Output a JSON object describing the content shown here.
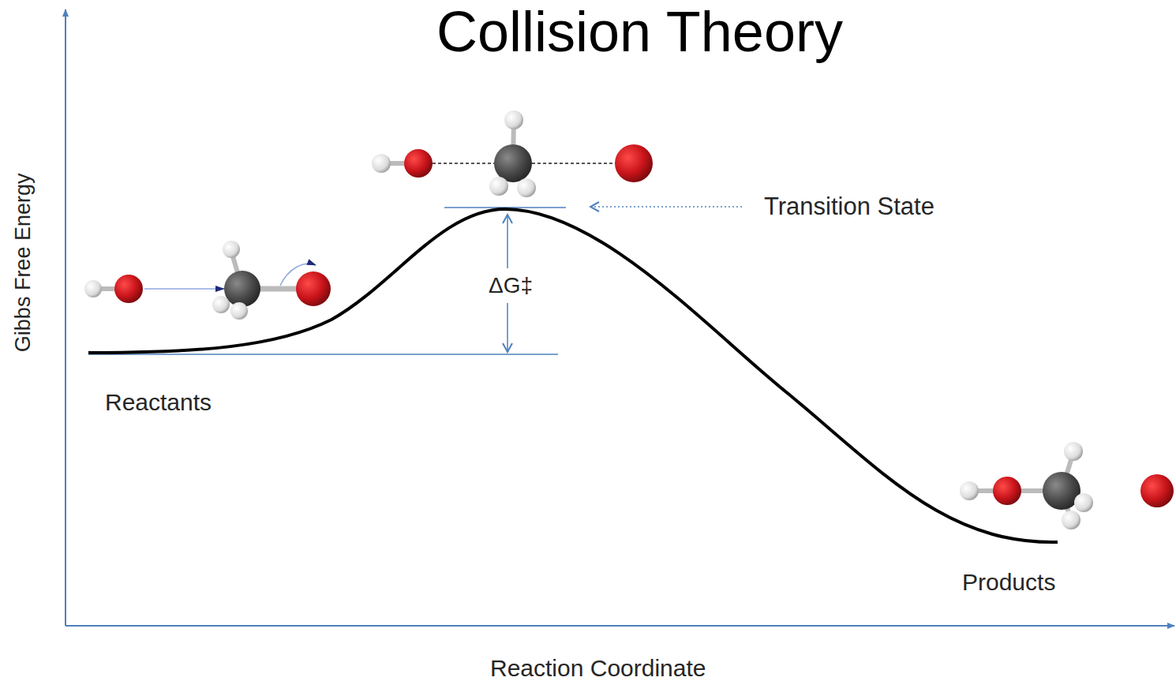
{
  "diagram": {
    "title": "Collision Theory",
    "labels": [
      "Gibbs Free Energy",
      "Transition State",
      "ΔG‡",
      "Reactants",
      "Products",
      "Reaction Coordinate"
    ]
  }
}
